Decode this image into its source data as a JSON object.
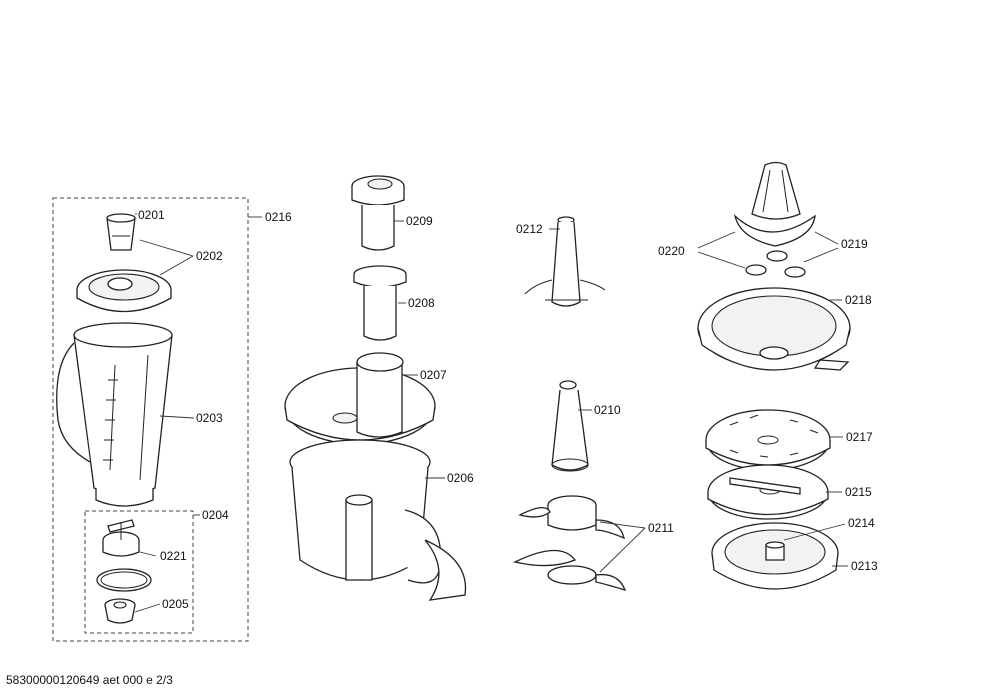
{
  "labels": {
    "p0201": "0201",
    "p0202": "0202",
    "p0203": "0203",
    "p0204": "0204",
    "p0205": "0205",
    "p0206": "0206",
    "p0207": "0207",
    "p0208": "0208",
    "p0209": "0209",
    "p0210": "0210",
    "p0211": "0211",
    "p0212": "0212",
    "p0213": "0213",
    "p0214": "0214",
    "p0215": "0215",
    "p0216": "0216",
    "p0217": "0217",
    "p0218": "0218",
    "p0219": "0219",
    "p0220": "0220",
    "p0221": "0221"
  },
  "footer": {
    "document_code": "58300000120649 aet 000 e 2/3"
  }
}
